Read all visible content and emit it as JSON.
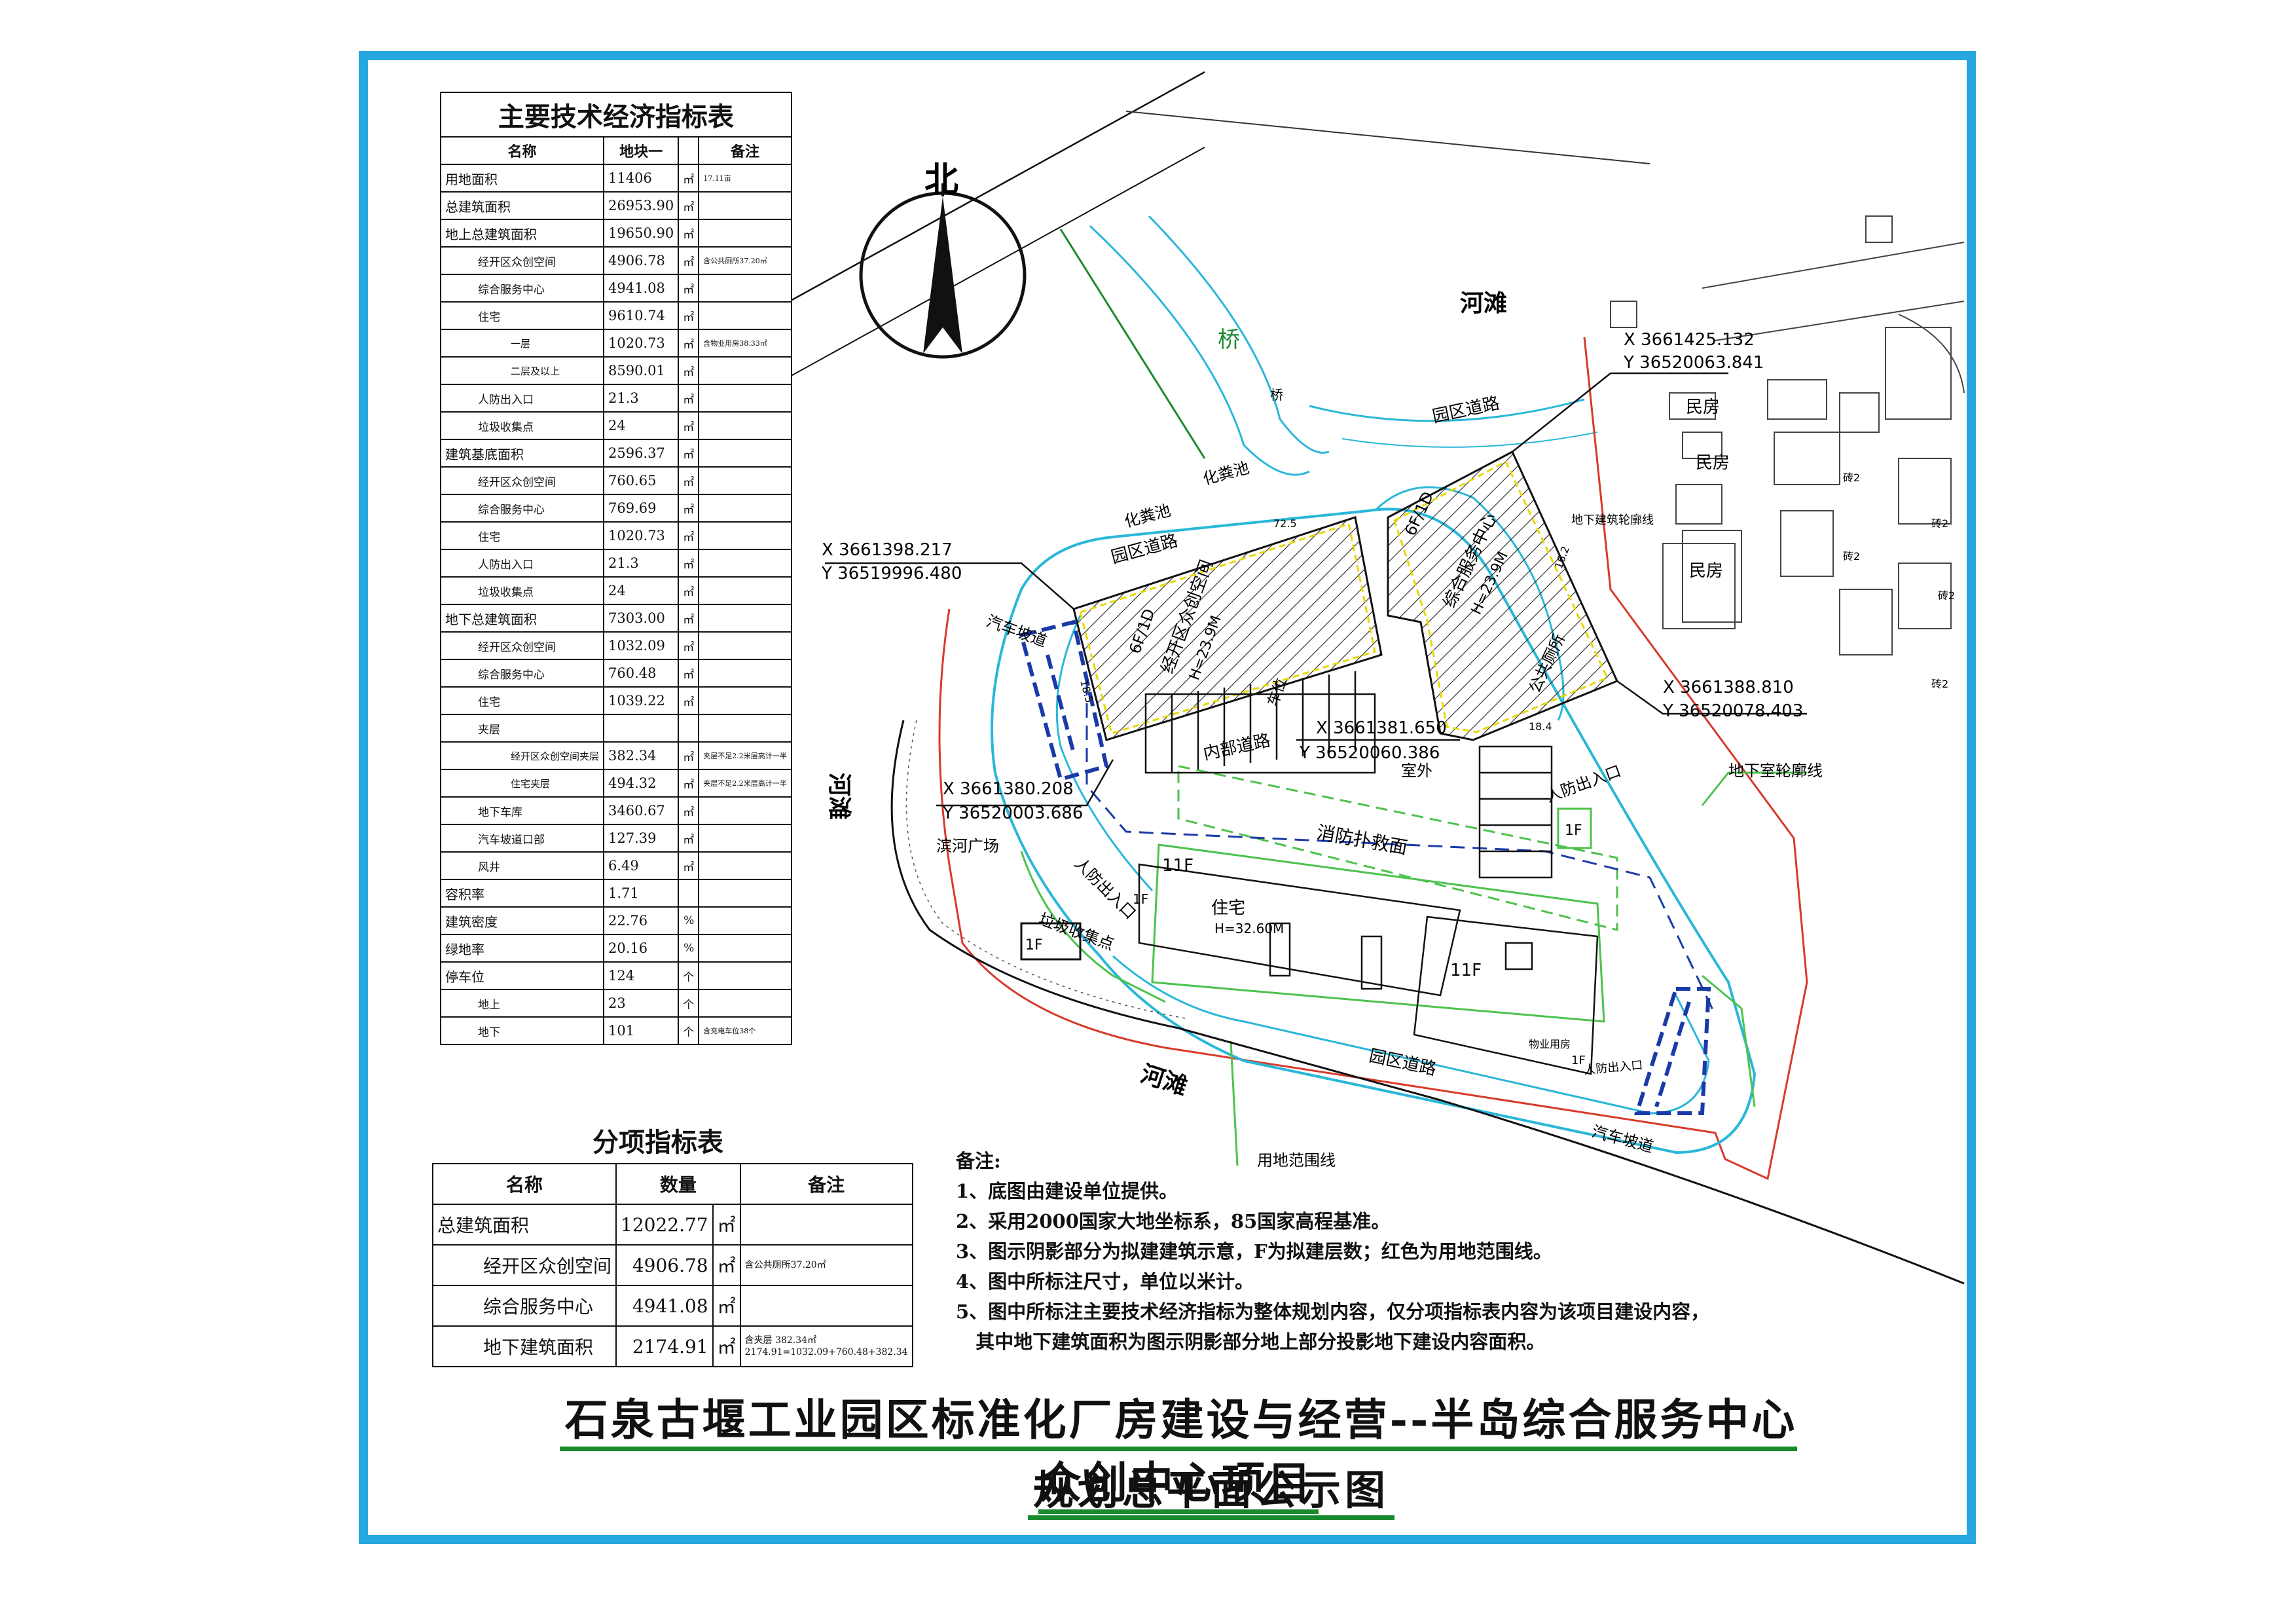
{
  "main_table": {
    "title": "主要技术经济指标表",
    "header": {
      "name": "名称",
      "col": "地块一",
      "note": "备注"
    },
    "rows": [
      {
        "label": "用地面积",
        "value": "11406",
        "unit": "㎡",
        "note": "17.11亩"
      },
      {
        "label": "总建筑面积",
        "value": "26953.90",
        "unit": "㎡",
        "note": ""
      },
      {
        "label": "地上总建筑面积",
        "value": "19650.90",
        "unit": "㎡",
        "note": ""
      },
      {
        "label": "经开区众创空间",
        "value": "4906.78",
        "unit": "㎡",
        "note": "含公共厕所37.20㎡"
      },
      {
        "label": "综合服务中心",
        "value": "4941.08",
        "unit": "㎡",
        "note": ""
      },
      {
        "label": "住宅",
        "value": "9610.74",
        "unit": "㎡",
        "note": ""
      },
      {
        "label": "一层",
        "value": "1020.73",
        "unit": "㎡",
        "note": "含物业用房38.33㎡"
      },
      {
        "label": "二层及以上",
        "value": "8590.01",
        "unit": "㎡",
        "note": ""
      },
      {
        "label": "人防出入口",
        "value": "21.3",
        "unit": "㎡",
        "note": ""
      },
      {
        "label": "垃圾收集点",
        "value": "24",
        "unit": "㎡",
        "note": ""
      },
      {
        "label": "建筑基底面积",
        "value": "2596.37",
        "unit": "㎡",
        "note": ""
      },
      {
        "label": "经开区众创空间",
        "value": "760.65",
        "unit": "㎡",
        "note": ""
      },
      {
        "label": "综合服务中心",
        "value": "769.69",
        "unit": "㎡",
        "note": ""
      },
      {
        "label": "住宅",
        "value": "1020.73",
        "unit": "㎡",
        "note": ""
      },
      {
        "label": "人防出入口",
        "value": "21.3",
        "unit": "㎡",
        "note": ""
      },
      {
        "label": "垃圾收集点",
        "value": "24",
        "unit": "㎡",
        "note": ""
      },
      {
        "label": "地下总建筑面积",
        "value": "7303.00",
        "unit": "㎡",
        "note": ""
      },
      {
        "label": "经开区众创空间",
        "value": "1032.09",
        "unit": "㎡",
        "note": ""
      },
      {
        "label": "综合服务中心",
        "value": "760.48",
        "unit": "㎡",
        "note": ""
      },
      {
        "label": "住宅",
        "value": "1039.22",
        "unit": "㎡",
        "note": ""
      },
      {
        "label": "夹层",
        "value": "",
        "unit": "",
        "note": ""
      },
      {
        "label": "经开区众创空间夹层",
        "value": "382.34",
        "unit": "㎡",
        "note": "夹层不足2.2米层高计一半"
      },
      {
        "label": "住宅夹层",
        "value": "494.32",
        "unit": "㎡",
        "note": "夹层不足2.2米层高计一半"
      },
      {
        "label": "地下车库",
        "value": "3460.67",
        "unit": "㎡",
        "note": ""
      },
      {
        "label": "汽车坡道口部",
        "value": "127.39",
        "unit": "㎡",
        "note": ""
      },
      {
        "label": "风井",
        "value": "6.49",
        "unit": "㎡",
        "note": ""
      },
      {
        "label": "容积率",
        "value": "1.71",
        "unit": "",
        "note": ""
      },
      {
        "label": "建筑密度",
        "value": "22.76",
        "unit": "%",
        "note": ""
      },
      {
        "label": "绿地率",
        "value": "20.16",
        "unit": "%",
        "note": ""
      },
      {
        "label": "停车位",
        "value": "124",
        "unit": "个",
        "note": ""
      },
      {
        "label": "地上",
        "value": "23",
        "unit": "个",
        "note": ""
      },
      {
        "label": "地下",
        "value": "101",
        "unit": "个",
        "note": "含充电车位38个"
      }
    ]
  },
  "sub_table": {
    "title": "分项指标表",
    "header": {
      "name": "名称",
      "qty": "数量",
      "note": "备注"
    },
    "rows": [
      {
        "label": "总建筑面积",
        "value": "12022.77",
        "unit": "㎡",
        "note": ""
      },
      {
        "label": "经开区众创空间",
        "value": "4906.78",
        "unit": "㎡",
        "note": "含公共厕所37.20㎡"
      },
      {
        "label": "综合服务中心",
        "value": "4941.08",
        "unit": "㎡",
        "note": ""
      },
      {
        "label": "地下建筑面积",
        "value": "2174.91",
        "unit": "㎡",
        "note": "含夹层 382.34㎡ 2174.91=1032.09+760.48+382.34"
      }
    ]
  },
  "notes": {
    "heading": "备注:",
    "items": [
      "1、底图由建设单位提供。",
      "2、采用2000国家大地坐标系，85国家高程基准。",
      "3、图示阴影部分为拟建建筑示意，F为拟建层数；红色为用地范围线。",
      "4、图中所标注尺寸，单位以米计。",
      "5、图中所标注主要技术经济指标为整体规划内容，仅分项指标表内容为该项目建设内容，",
      "   其中地下建筑面积为图示阴影部分地上部分投影地下建设内容面积。"
    ]
  },
  "heading": {
    "title": "石泉古堰工业园区标准化厂房建设与经营--半岛综合服务中心众创中心项目",
    "subtitle": "规划总平面公示图"
  },
  "plan": {
    "north": "北",
    "coords": [
      {
        "x": "X 3661425.132",
        "y": "Y 36520063.841"
      },
      {
        "x": "X 3661398.217",
        "y": "Y 36519996.480"
      },
      {
        "x": "X 3661388.810",
        "y": "Y 36520078.403"
      },
      {
        "x": "X 3661381.650",
        "y": "Y 36520060.386"
      },
      {
        "x": "X 3661380.208",
        "y": "Y 36520003.686"
      }
    ],
    "labels": {
      "river_beach_top": "河滩",
      "river_beach_bottom": "河滩",
      "river_left": "河滩",
      "bridge": "桥",
      "bridge_small": "桥",
      "park_road_top": "园区道路",
      "park_road_mid": "园区道路",
      "park_road_bottom": "园区道路",
      "septic1": "化粪池",
      "septic2": "化粪池",
      "ramp_left": "汽车坡道",
      "ramp_right": "汽车坡道",
      "bldg_a_floors": "6F/1D",
      "bldg_a_name": "经开区众创空间",
      "bldg_a_height": "H=23.9M",
      "bldg_b_floors": "6F/1D",
      "bldg_b_name": "综合服务中心",
      "bldg_b_height": "H=23.9M",
      "toilet": "公共厕所",
      "carport": "车位",
      "inner_road": "内部道路",
      "outdoor": "室外",
      "civil_def_exit_right": "人防出入口",
      "civil_def_exit_right_floors": "1F",
      "civil_def_exit_left": "人防出入口",
      "civil_def_exit_bottom": "人防出入口",
      "fire_rescue": "消防扑救面",
      "plaza": "滨河广场",
      "garbage": "垃圾收集点",
      "garbage_floors": "1F",
      "residence_name": "住宅",
      "residence_height": "H=32.60M",
      "residence_floors_left": "11F",
      "residence_floors_right": "11F",
      "residence_1f": "1F",
      "residence_1f_b": "1F",
      "property_room": "物业用房",
      "basement_outline": "地下建筑轮廓线",
      "basement_outline_right": "地下室轮廓线",
      "site_boundary": "用地范围线",
      "house1": "民房",
      "house2": "民房",
      "house3": "民房",
      "dim_top": "72.5",
      "dim_right": "18.4",
      "dim_side": "16.2",
      "dim_left": "18.5",
      "house_small1": "砖2",
      "house_small2": "砖2",
      "house_small3": "砖2",
      "house_small4": "砖2",
      "house_small5": "砖2"
    }
  },
  "colors": {
    "frame": "#27a7e0",
    "road_cyan": "#2ab7d8",
    "green_line": "#4cc24c",
    "site_red": "#d83a2a",
    "ramp_blue": "#1a3aa8",
    "building_yellow": "#e8d800",
    "underline_green": "#1a8a2e"
  }
}
